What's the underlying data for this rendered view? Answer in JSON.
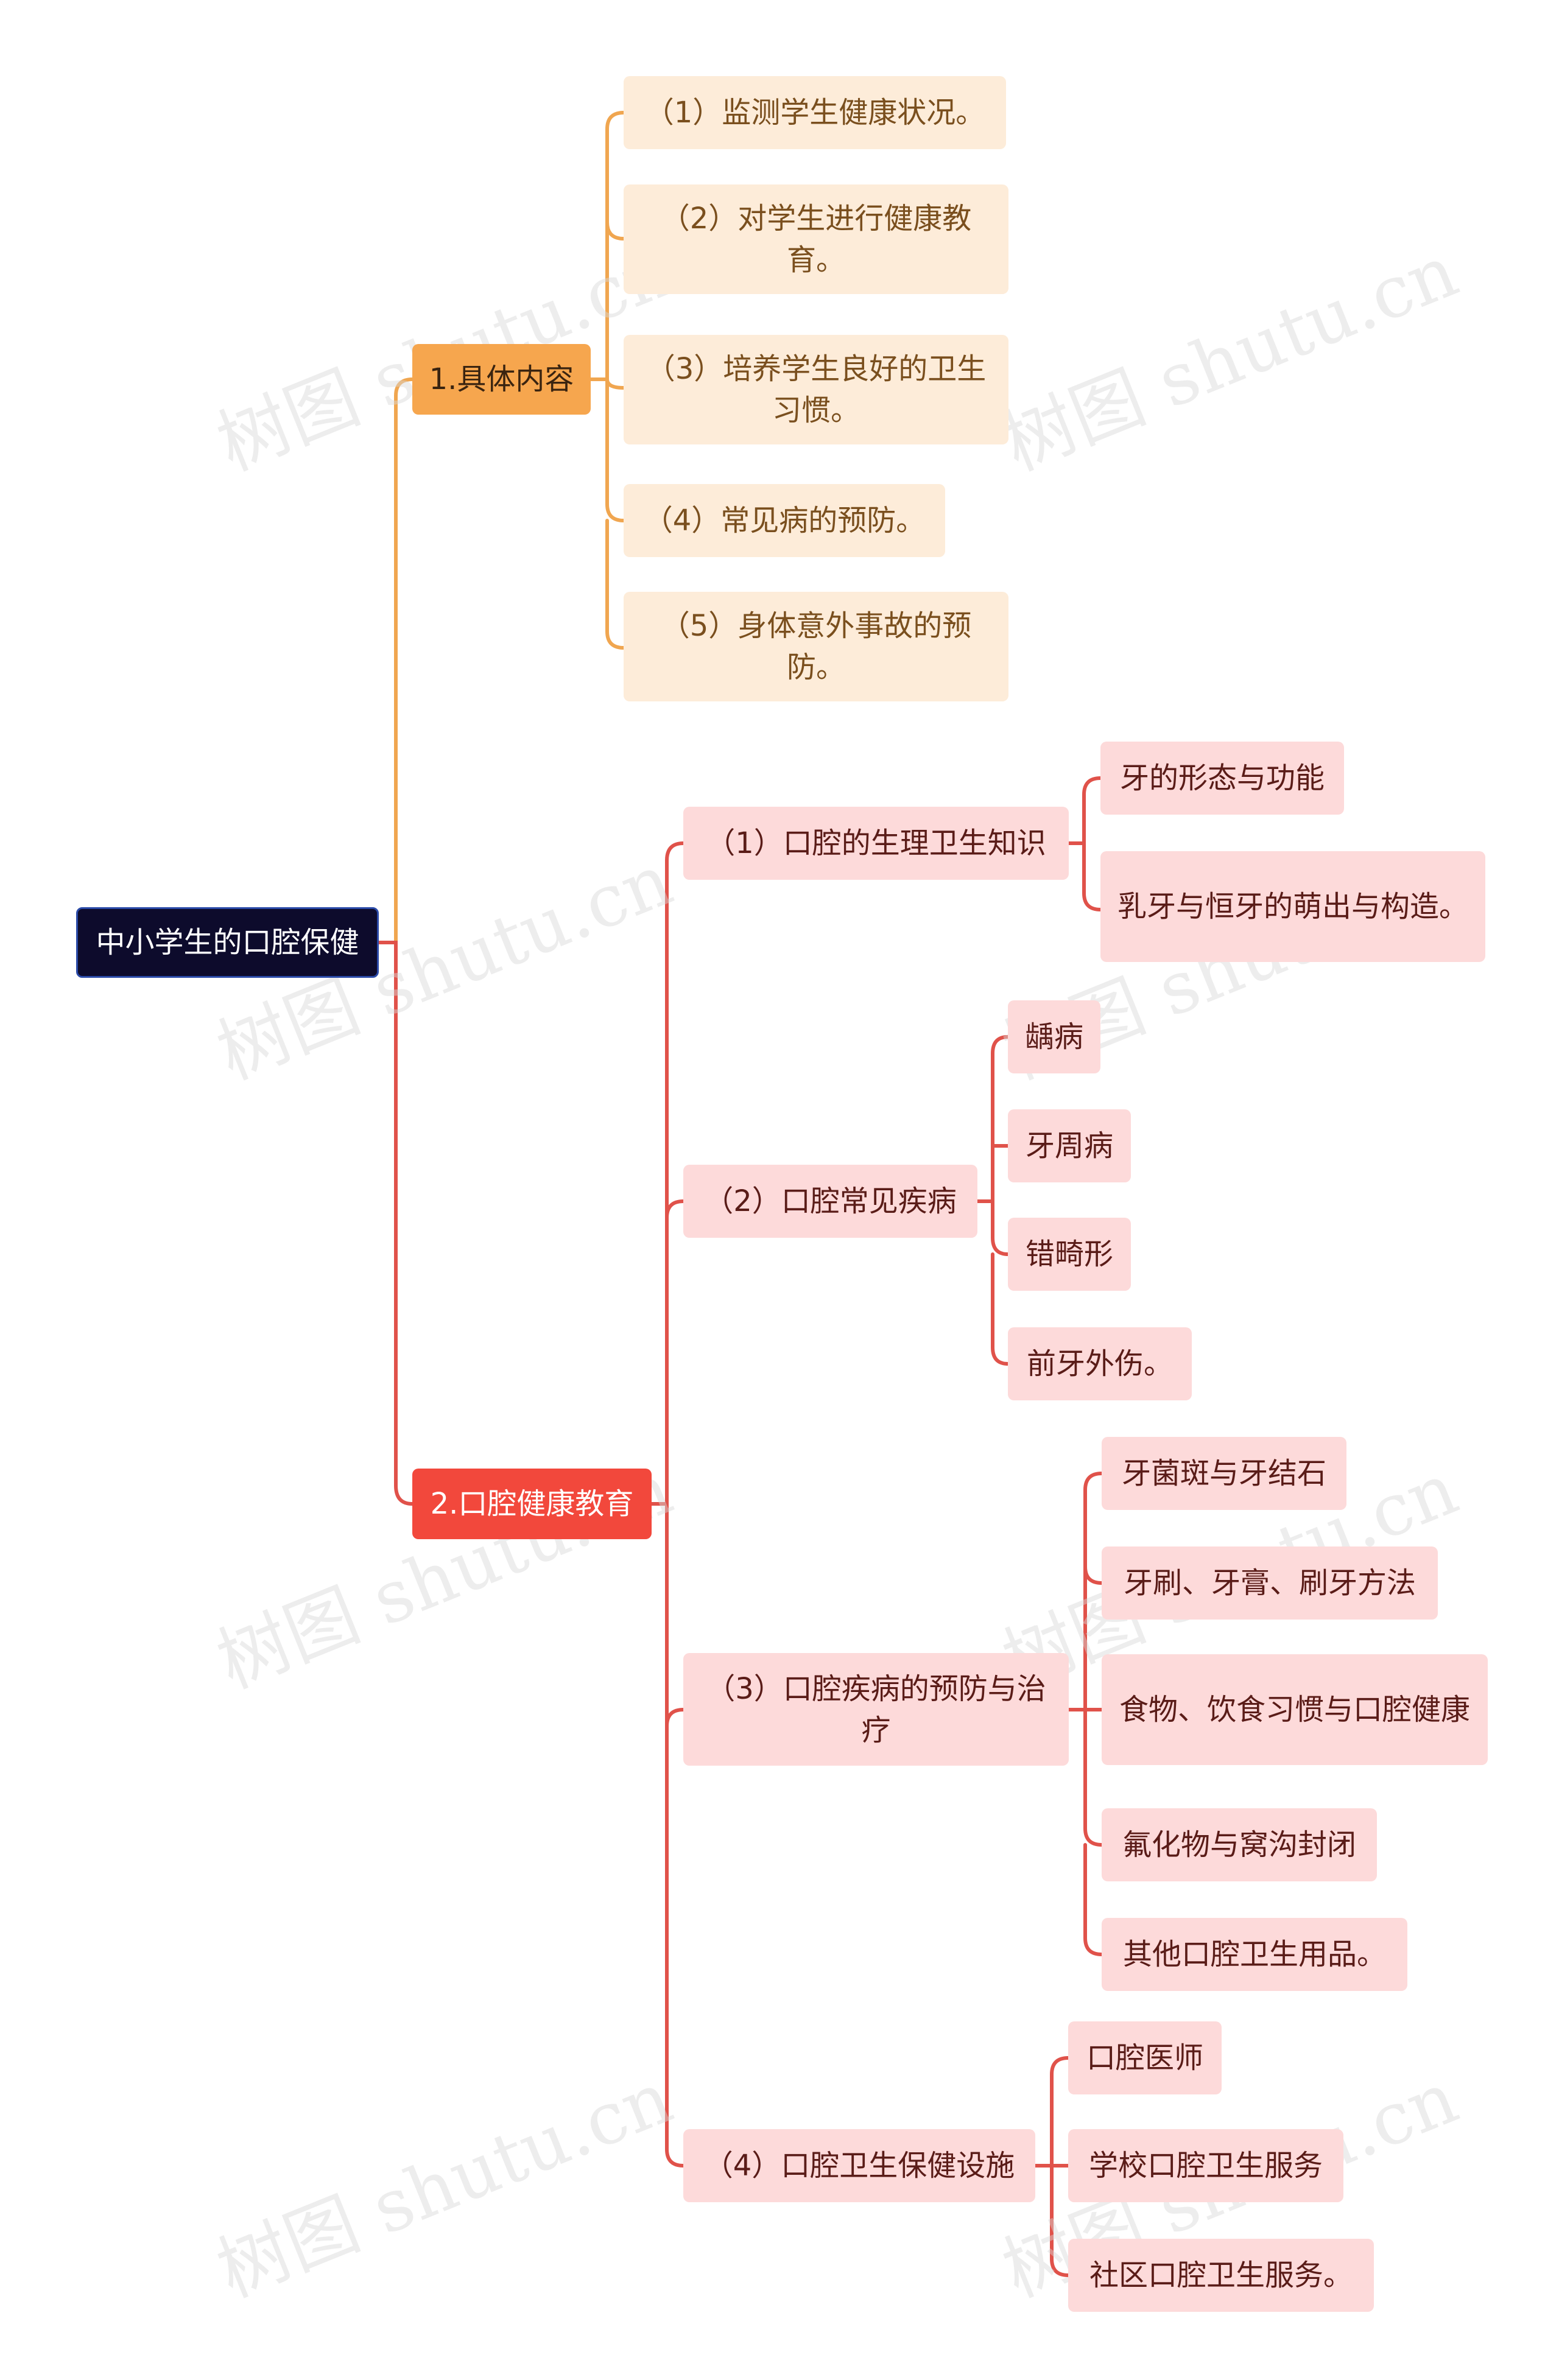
{
  "root": "中小学生的口腔保健",
  "branch1": {
    "label": "1.具体内容",
    "items": [
      "（1）监测学生健康状况。",
      "（2）对学生进行健康教育。",
      "（3）培养学生良好的卫生习惯。",
      "（4）常见病的预防。",
      "（5）身体意外事故的预防。"
    ]
  },
  "branch2": {
    "label": "2.口腔健康教育",
    "subs": [
      {
        "label": "（1）口腔的生理卫生知识",
        "items": [
          "牙的形态与功能",
          "乳牙与恒牙的萌出与构造。"
        ]
      },
      {
        "label": "（2）口腔常见疾病",
        "items": [
          "龋病",
          "牙周病",
          "错畸形",
          "前牙外伤。"
        ]
      },
      {
        "label": "（3）口腔疾病的预防与治疗",
        "items": [
          "牙菌斑与牙结石",
          "牙刷、牙膏、刷牙方法",
          "食物、饮食习惯与口腔健康",
          "氟化物与窝沟封闭",
          "其他口腔卫生用品。"
        ]
      },
      {
        "label": "（4）口腔卫生保健设施",
        "items": [
          "口腔医师",
          "学校口腔卫生服务",
          "社区口腔卫生服务。"
        ]
      }
    ]
  },
  "watermark": "树图 shutu.cn",
  "colors": {
    "root": "#0d0b2c",
    "branch1": "#f6a64e",
    "branch2": "#f2483c",
    "leaf1": "#fdecd9",
    "leaf2": "#fddada",
    "line1": "#f0a650",
    "line2": "#e0524a"
  }
}
